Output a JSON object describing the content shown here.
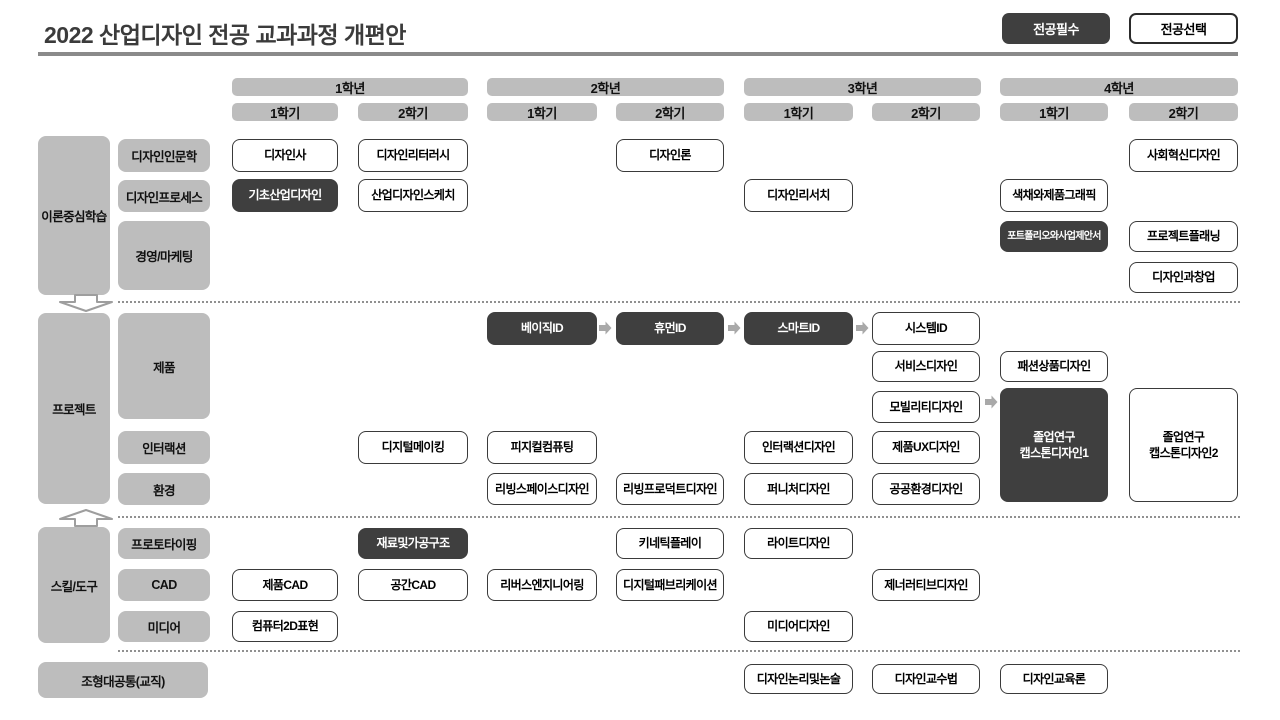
{
  "title": "2022 산업디자인 전공 교과과정 개편안",
  "legend": {
    "required": "전공필수",
    "elective": "전공선택"
  },
  "colors": {
    "required_bg": "#3f3f3f",
    "elective_bg": "#ffffff",
    "box_border": "#3a3a3a",
    "gray_bg": "#bdbdbd",
    "divider": "#909090",
    "flow_arrow": "#a9a9a9"
  },
  "icons": {
    "flow_arrow": "solid right block arrow",
    "section_down_arrow": "hollow down block arrow",
    "section_up_arrow": "hollow up block arrow"
  },
  "years": [
    {
      "label": "1학년",
      "semesters": [
        {
          "id": "1-1",
          "label": "1학기"
        },
        {
          "id": "1-2",
          "label": "2학기"
        }
      ]
    },
    {
      "label": "2학년",
      "semesters": [
        {
          "id": "2-1",
          "label": "1학기"
        },
        {
          "id": "2-2",
          "label": "2학기"
        }
      ]
    },
    {
      "label": "3학년",
      "semesters": [
        {
          "id": "3-1",
          "label": "1학기"
        },
        {
          "id": "3-2",
          "label": "2학기"
        }
      ]
    },
    {
      "label": "4학년",
      "semesters": [
        {
          "id": "4-1",
          "label": "1학기"
        },
        {
          "id": "4-2",
          "label": "2학기"
        }
      ]
    }
  ],
  "sections": [
    {
      "id": "theory",
      "label": "이론중심학습",
      "categories": [
        {
          "label": "디자인인문학"
        },
        {
          "label": "디자인프로세스"
        },
        {
          "label": "경영/마케팅"
        }
      ]
    },
    {
      "id": "project",
      "label": "프로젝트",
      "categories": [
        {
          "label": "제품"
        },
        {
          "label": "인터랙션"
        },
        {
          "label": "환경"
        }
      ]
    },
    {
      "id": "skill",
      "label": "스킬/도구",
      "categories": [
        {
          "label": "프로토타이핑"
        },
        {
          "label": "CAD"
        },
        {
          "label": "미디어"
        }
      ]
    }
  ],
  "common_section": {
    "label": "조형대공통(교직)"
  },
  "courses": [
    {
      "name": "디자인사",
      "col": "1-1",
      "row": "t1",
      "type": "elective"
    },
    {
      "name": "디자인리터러시",
      "col": "1-2",
      "row": "t1",
      "type": "elective"
    },
    {
      "name": "디자인론",
      "col": "2-2",
      "row": "t1",
      "type": "elective"
    },
    {
      "name": "사회혁신디자인",
      "col": "4-2",
      "row": "t1",
      "type": "elective"
    },
    {
      "name": "기초산업디자인",
      "col": "1-1",
      "row": "t2",
      "type": "required"
    },
    {
      "name": "산업디자인스케치",
      "col": "1-2",
      "row": "t2",
      "type": "elective"
    },
    {
      "name": "디자인리서치",
      "col": "3-1",
      "row": "t2",
      "type": "elective"
    },
    {
      "name": "색채와제품그래픽",
      "col": "4-1",
      "row": "t2",
      "type": "elective"
    },
    {
      "name": "포트폴리오와사업제안서",
      "col": "4-1",
      "row": "t3",
      "type": "required",
      "small": true
    },
    {
      "name": "프로젝트플래닝",
      "col": "4-2",
      "row": "t3",
      "type": "elective"
    },
    {
      "name": "디자인과창업",
      "col": "4-2",
      "row": "t4",
      "type": "elective"
    },
    {
      "name": "베이직ID",
      "col": "2-1",
      "row": "p1",
      "type": "required"
    },
    {
      "name": "휴먼ID",
      "col": "2-2",
      "row": "p1",
      "type": "required"
    },
    {
      "name": "스마트ID",
      "col": "3-1",
      "row": "p1",
      "type": "required"
    },
    {
      "name": "시스템ID",
      "col": "3-2",
      "row": "p1",
      "type": "elective"
    },
    {
      "name": "서비스디자인",
      "col": "3-2",
      "row": "p2",
      "type": "elective"
    },
    {
      "name": "패션상품디자인",
      "col": "4-1",
      "row": "p2",
      "type": "elective"
    },
    {
      "name": "모빌리티디자인",
      "col": "3-2",
      "row": "p3",
      "type": "elective"
    },
    {
      "name": "졸업연구\n캡스톤디자인1",
      "col": "4-1",
      "row": "pcap",
      "type": "required"
    },
    {
      "name": "졸업연구\n캡스톤디자인2",
      "col": "4-2",
      "row": "pcap",
      "type": "elective"
    },
    {
      "name": "디지털메이킹",
      "col": "1-2",
      "row": "p4",
      "type": "elective"
    },
    {
      "name": "피지컬컴퓨팅",
      "col": "2-1",
      "row": "p4",
      "type": "elective"
    },
    {
      "name": "인터랙션디자인",
      "col": "3-1",
      "row": "p4",
      "type": "elective"
    },
    {
      "name": "제품UX디자인",
      "col": "3-2",
      "row": "p4",
      "type": "elective"
    },
    {
      "name": "리빙스페이스디자인",
      "col": "2-1",
      "row": "p5",
      "type": "elective"
    },
    {
      "name": "리빙프로덕트디자인",
      "col": "2-2",
      "row": "p5",
      "type": "elective"
    },
    {
      "name": "퍼니처디자인",
      "col": "3-1",
      "row": "p5",
      "type": "elective"
    },
    {
      "name": "공공환경디자인",
      "col": "3-2",
      "row": "p5",
      "type": "elective"
    },
    {
      "name": "재료및가공구조",
      "col": "1-2",
      "row": "s1",
      "type": "required"
    },
    {
      "name": "키네틱플레이",
      "col": "2-2",
      "row": "s1",
      "type": "elective"
    },
    {
      "name": "라이트디자인",
      "col": "3-1",
      "row": "s1",
      "type": "elective"
    },
    {
      "name": "제품CAD",
      "col": "1-1",
      "row": "s2",
      "type": "elective"
    },
    {
      "name": "공간CAD",
      "col": "1-2",
      "row": "s2",
      "type": "elective"
    },
    {
      "name": "리버스엔지니어링",
      "col": "2-1",
      "row": "s2",
      "type": "elective"
    },
    {
      "name": "디지털패브리케이션",
      "col": "2-2",
      "row": "s2",
      "type": "elective"
    },
    {
      "name": "제너러티브디자인",
      "col": "3-2",
      "row": "s2",
      "type": "elective"
    },
    {
      "name": "컴퓨터2D표현",
      "col": "1-1",
      "row": "s3",
      "type": "elective"
    },
    {
      "name": "미디어디자인",
      "col": "3-1",
      "row": "s3",
      "type": "elective"
    },
    {
      "name": "디자인논리및논술",
      "col": "3-1",
      "row": "c1",
      "type": "elective"
    },
    {
      "name": "디자인교수법",
      "col": "3-2",
      "row": "c1",
      "type": "elective"
    },
    {
      "name": "디자인교육론",
      "col": "4-1",
      "row": "c1",
      "type": "elective"
    }
  ]
}
